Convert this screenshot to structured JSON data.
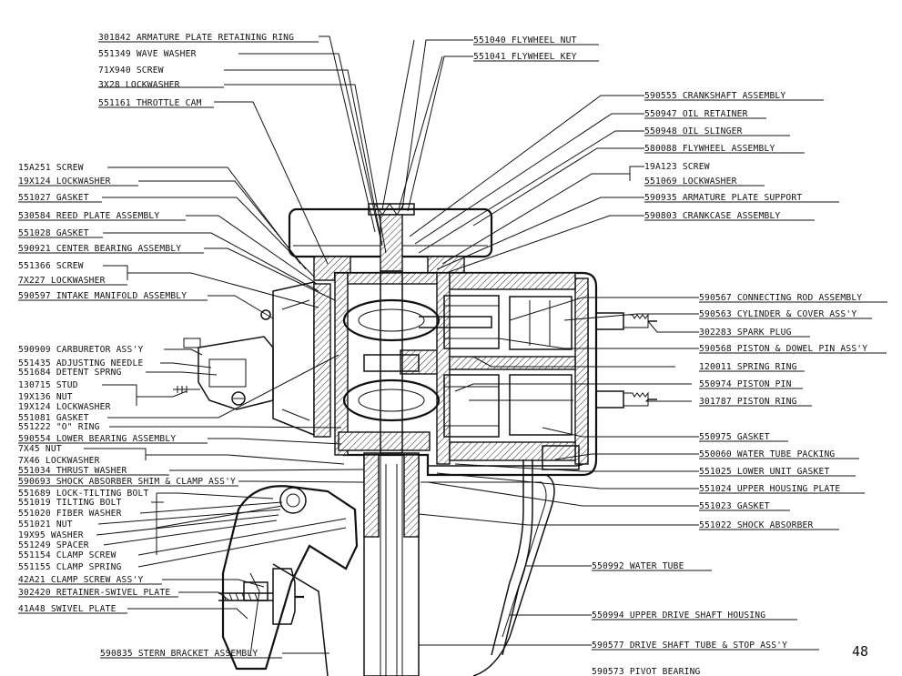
{
  "page_number": "48",
  "left_labels": [
    {
      "text": "301842 ARMATURE PLATE RETAINING RING"
    },
    {
      "text": "551349 WAVE WASHER"
    },
    {
      "text": "71X940 SCREW"
    },
    {
      "text": "3X28 LOCKWASHER"
    },
    {
      "text": "551161 THROTTLE CAM"
    },
    {
      "text": "15A251 SCREW"
    },
    {
      "text": "19X124 LOCKWASHER"
    },
    {
      "text": "551027 GASKET"
    },
    {
      "text": "530584 REED PLATE ASSEMBLY"
    },
    {
      "text": "551028 GASKET"
    },
    {
      "text": "590921 CENTER BEARING ASSEMBLY"
    },
    {
      "text": "551366 SCREW"
    },
    {
      "text": "7X227 LOCKWASHER"
    },
    {
      "text": "590597 INTAKE MANIFOLD ASSEMBLY"
    },
    {
      "text": "590909 CARBURETOR ASS'Y"
    },
    {
      "text": "551435 ADJUSTING NEEDLE"
    },
    {
      "text": "551684 DETENT SPRNG"
    },
    {
      "text": "130715 STUD"
    },
    {
      "text": "19X136 NUT"
    },
    {
      "text": "19X124 LOCKWASHER"
    },
    {
      "text": "551081 GASKET"
    },
    {
      "text": "551222 \"O\" RING"
    },
    {
      "text": "590554 LOWER BEARING ASSEMBLY"
    },
    {
      "text": "7X45 NUT"
    },
    {
      "text": "7X46 LOCKWASHER"
    },
    {
      "text": "551034 THRUST WASHER"
    },
    {
      "text": "590693 SHOCK ABSORBER SHIM & CLAMP ASS'Y"
    },
    {
      "text": "551689 LOCK-TILTING BOLT"
    },
    {
      "text": "551019 TILTING BOLT"
    },
    {
      "text": "551020 FIBER WASHER"
    },
    {
      "text": "551021 NUT"
    },
    {
      "text": "19X95 WASHER"
    },
    {
      "text": "551249 SPACER"
    },
    {
      "text": "551154 CLAMP SCREW"
    },
    {
      "text": "551155 CLAMP SPRING"
    },
    {
      "text": "42A21 CLAMP SCREW ASS'Y"
    },
    {
      "text": "302420 RETAINER-SWIVEL PLATE"
    },
    {
      "text": "41A48 SWIVEL PLATE"
    },
    {
      "text": "590835 STERN BRACKET ASSEMBLY"
    }
  ],
  "right_labels": [
    {
      "text": "551040 FLYWHEEL NUT"
    },
    {
      "text": "551041 FLYWHEEL KEY"
    },
    {
      "text": "590555 CRANKSHAFT ASSEMBLY"
    },
    {
      "text": "550947 OIL RETAINER"
    },
    {
      "text": "550948 OIL SLINGER"
    },
    {
      "text": "580088 FLYWHEEL ASSEMBLY"
    },
    {
      "text": "19A123 SCREW"
    },
    {
      "text": "551069 LOCKWASHER"
    },
    {
      "text": "590935 ARMATURE PLATE SUPPORT"
    },
    {
      "text": "590803 CRANKCASE ASSEMBLY"
    },
    {
      "text": "590567 CONNECTING ROD ASSEMBLY"
    },
    {
      "text": "590563 CYLINDER & COVER ASS'Y"
    },
    {
      "text": "302283 SPARK PLUG"
    },
    {
      "text": "590568 PISTON & DOWEL PIN ASS'Y"
    },
    {
      "text": "120011 SPRING RING"
    },
    {
      "text": "550974 PISTON PIN"
    },
    {
      "text": "301787 PISTON RING"
    },
    {
      "text": "550975 GASKET"
    },
    {
      "text": "550060 WATER TUBE PACKING"
    },
    {
      "text": "551025 LOWER UNIT GASKET"
    },
    {
      "text": "551024 UPPER HOUSING PLATE"
    },
    {
      "text": "551023 GASKET"
    },
    {
      "text": "551022 SHOCK ABSORBER"
    },
    {
      "text": "550992 WATER TUBE"
    },
    {
      "text": "550994 UPPER DRIVE SHAFT HOUSING"
    },
    {
      "text": "590577 DRIVE SHAFT TUBE & STOP ASS'Y"
    },
    {
      "text": "590573 PIVOT BEARING"
    }
  ]
}
